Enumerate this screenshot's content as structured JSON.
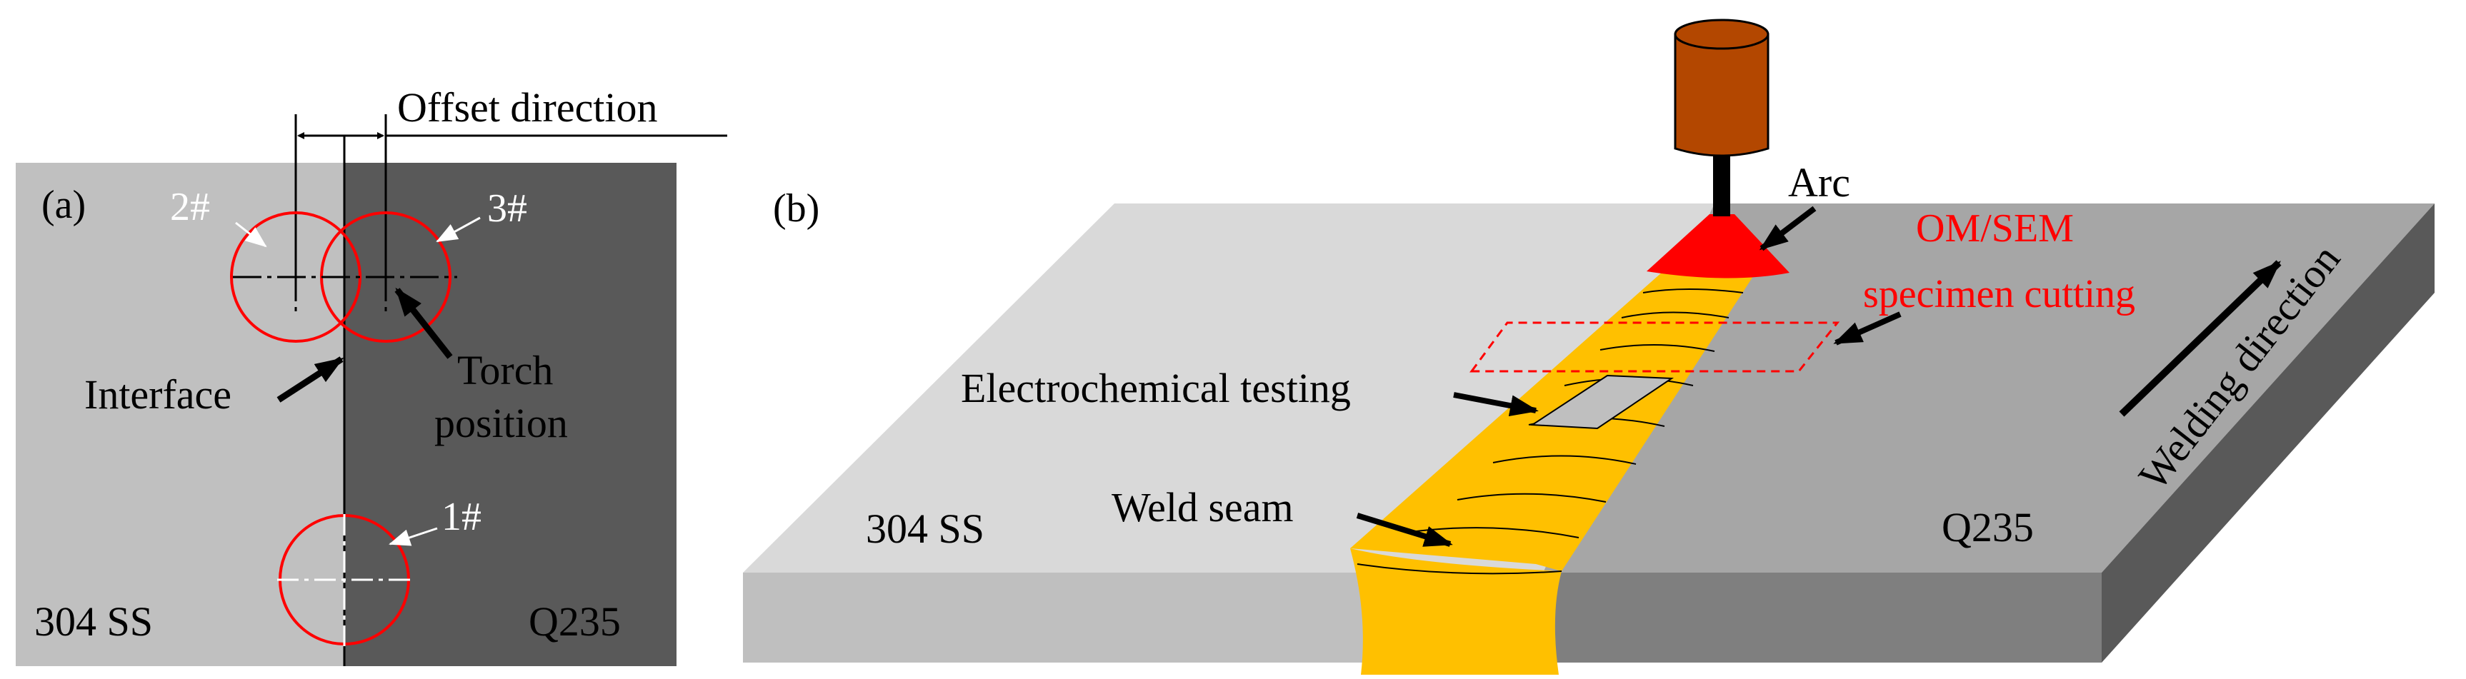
{
  "panel_a": {
    "tag": "(a)",
    "offset_label": "Offset direction",
    "left_material": "304 SS",
    "right_material": "Q235",
    "pos_2": "2#",
    "pos_3": "3#",
    "pos_1": "1#",
    "interface_label": "Interface",
    "torch_line1": "Torch",
    "torch_line2": "position"
  },
  "panel_b": {
    "tag": "(b)",
    "arc_label": "Arc",
    "om_line1": "OM/SEM",
    "om_line2": "specimen cutting",
    "echem_label": "Electrochemical testing",
    "seam_label": "Weld seam",
    "left_material": "304 SS",
    "right_material": "Q235",
    "direction_label": "Welding direction"
  },
  "colors": {
    "ss_plate": "#c0c0c0",
    "q235_plate": "#595959",
    "weld": "#ffc000",
    "arc": "#ff0000",
    "torch": "#b34700",
    "text_red": "#ff0000"
  }
}
